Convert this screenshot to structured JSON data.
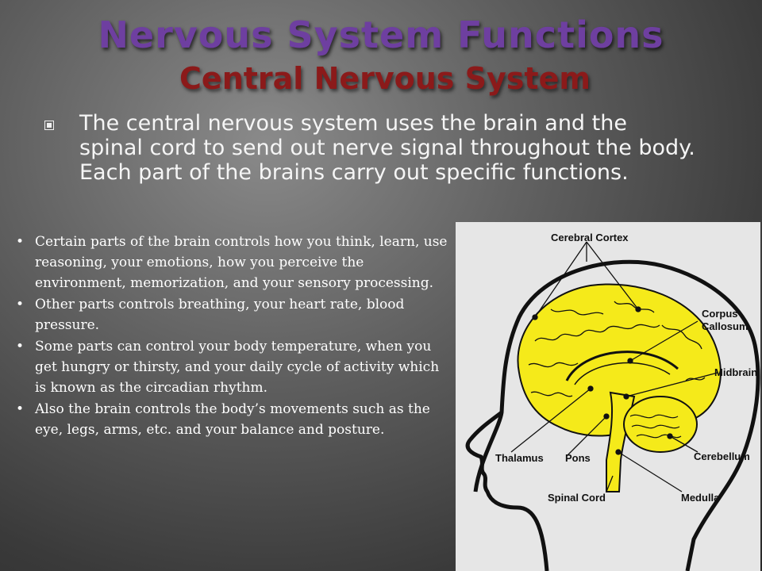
{
  "title": "Nervous System Functions",
  "subtitle": "Central Nervous System",
  "intro": "The central nervous system uses the brain and the spinal cord to send out nerve signal throughout the body. Each part of the brains carry out specific functions.",
  "bullets": [
    "Certain parts of the brain controls  how you think, learn, use reasoning, your emotions, how you perceive the environment, memorization, and your sensory processing.",
    "Other parts controls breathing, your heart rate, blood pressure.",
    "Some parts can control your body temperature, when you get hungry or thirsty, and your daily cycle of activity which is known as the circadian rhythm.",
    "Also the brain controls the body’s movements such as the eye, legs, arms, etc. and your balance and posture."
  ],
  "diagram": {
    "labels": {
      "cerebral_cortex": "Cerebral Cortex",
      "corpus_callosum_1": "Corpus",
      "corpus_callosum_2": "Callosum",
      "midbrain": "Midbrain",
      "thalamus": "Thalamus",
      "pons": "Pons",
      "cerebellum": "Cerebellum",
      "spinal_cord": "Spinal Cord",
      "medulla": "Medulla"
    },
    "colors": {
      "brain": "#f5ea1a",
      "outline": "#111111",
      "background": "#e6e6e6"
    }
  }
}
